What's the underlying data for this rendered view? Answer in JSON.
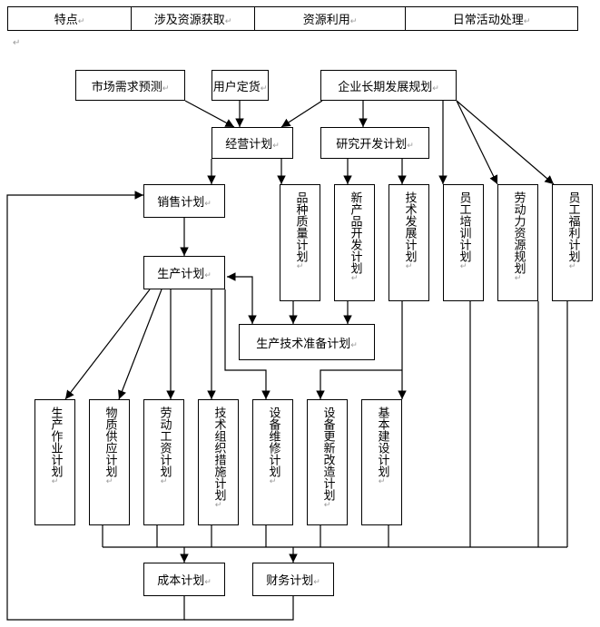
{
  "header_table": {
    "cells": [
      "特点",
      "涉及资源获取",
      "资源利用",
      "日常活动处理"
    ]
  },
  "diagram": {
    "top": {
      "market_forecast": "市场需求预测",
      "customer_orders": "用户定货",
      "long_term_plan": "企业长期发展规划"
    },
    "second": {
      "business_plan": "经营计划",
      "rd_plan": "研究开发计划"
    },
    "sales_plan": "销售计划",
    "production_plan": "生产计划",
    "tech_prep_plan": "生产技术准备计划",
    "side_plans": [
      "品种质量计划",
      "新产品开发计划",
      "技术发展计划",
      "员工培训计划",
      "劳动力资源规划",
      "员工福利计划"
    ],
    "bottom_plans": [
      "生产作业计划",
      "物质供应计划",
      "劳动工资计划",
      "技术组织措施计划",
      "设备维修计划",
      "设备更新改造计划",
      "基本建设计划"
    ],
    "cost_plan": "成本计划",
    "finance_plan": "财务计划"
  }
}
